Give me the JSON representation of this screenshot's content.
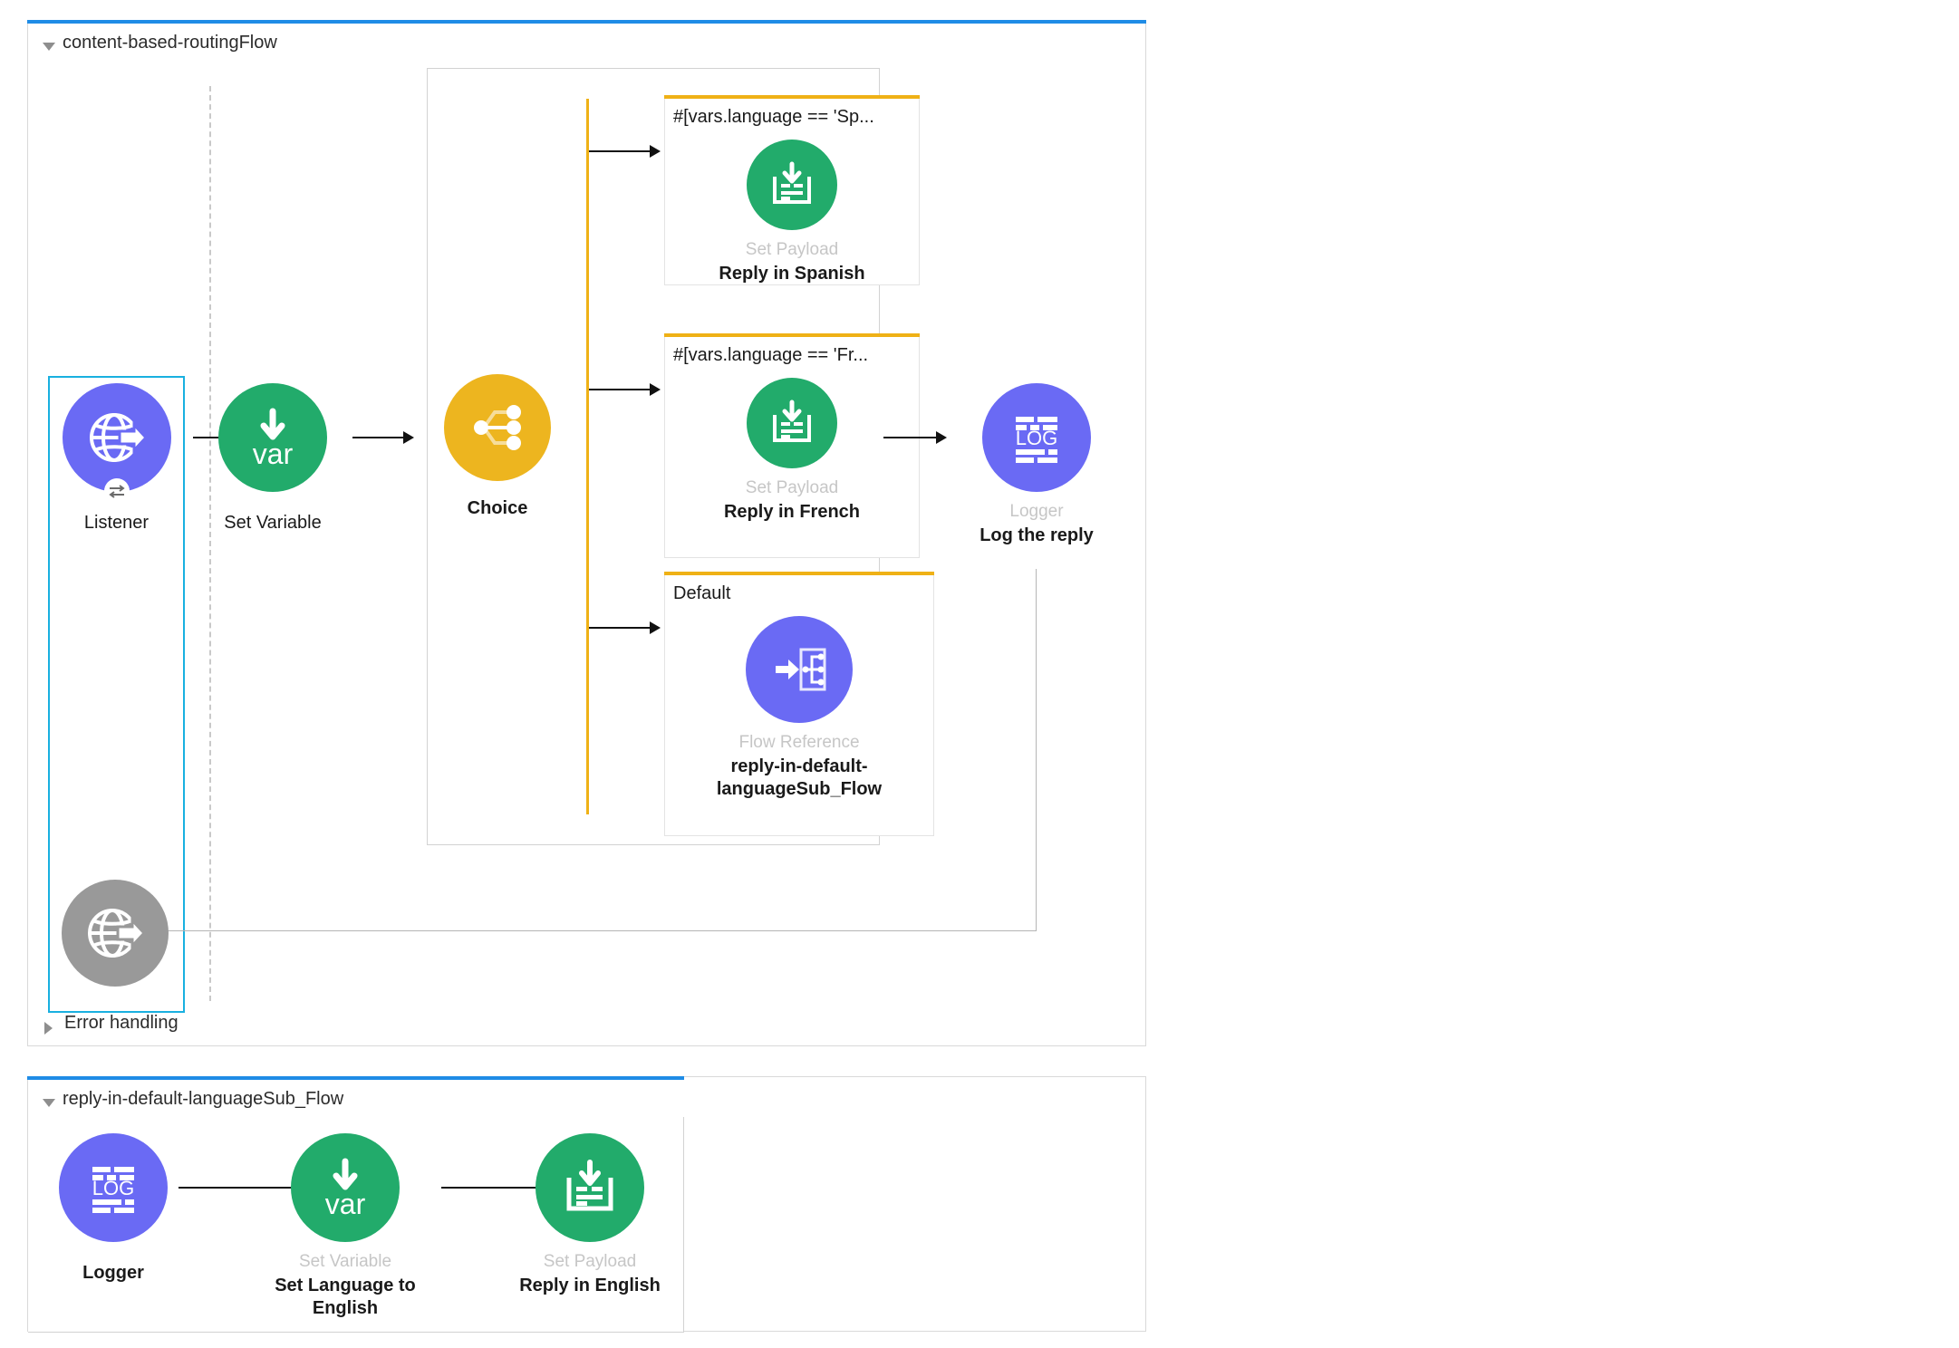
{
  "app": {
    "title": "Mule Flow Canvas"
  },
  "colors": {
    "header_bar": "#1f8ce6",
    "purple": "#6a6af4",
    "green": "#22ab6b",
    "amber": "#edb51f",
    "gray": "#999999",
    "route_rail": "#efb116",
    "selection": "#19b0e0",
    "panel_border": "#d9d9d9",
    "type_label": "#c6c6c6"
  },
  "main_flow": {
    "name": "content-based-routingFlow",
    "caret": "caret-down-icon",
    "error_handling": {
      "label": "Error handling",
      "caret": "caret-right-icon"
    },
    "source": {
      "type_label": "",
      "name": "Listener",
      "icon": "http-listener-globe-icon"
    },
    "set_variable": {
      "type_label": "",
      "name": "Set Variable",
      "icon": "set-variable-var-icon"
    },
    "choice": {
      "type_label": "",
      "name": "Choice",
      "icon": "choice-router-icon"
    },
    "routes": [
      {
        "condition": "#[vars.language == 'Sp...",
        "type_label": "Set Payload",
        "name": "Reply in Spanish",
        "icon": "set-payload-icon",
        "color": "green"
      },
      {
        "condition": "#[vars.language == 'Fr...",
        "type_label": "Set Payload",
        "name": "Reply in French",
        "icon": "set-payload-icon",
        "color": "green"
      },
      {
        "condition": "Default",
        "type_label": "Flow Reference",
        "name": "reply-in-default-languageSub_Flow",
        "name_line1": "reply-in-default-",
        "name_line2": "languageSub_Flow",
        "icon": "flow-reference-icon",
        "color": "purple"
      }
    ],
    "logger": {
      "type_label": "Logger",
      "name": "Log the reply",
      "icon": "logger-log-icon"
    },
    "response": {
      "name": "",
      "icon": "http-response-globe-icon"
    }
  },
  "sub_flow": {
    "name": "reply-in-default-languageSub_Flow",
    "caret": "caret-down-icon",
    "nodes": [
      {
        "type_label": "",
        "name": "Logger",
        "icon": "logger-log-icon",
        "color": "purple"
      },
      {
        "type_label": "Set Variable",
        "name": "Set Language to English",
        "name_line1": "Set Language to",
        "name_line2": "English",
        "icon": "set-variable-var-icon",
        "color": "green"
      },
      {
        "type_label": "Set Payload",
        "name": "Reply in English",
        "icon": "set-payload-icon",
        "color": "green"
      }
    ]
  }
}
